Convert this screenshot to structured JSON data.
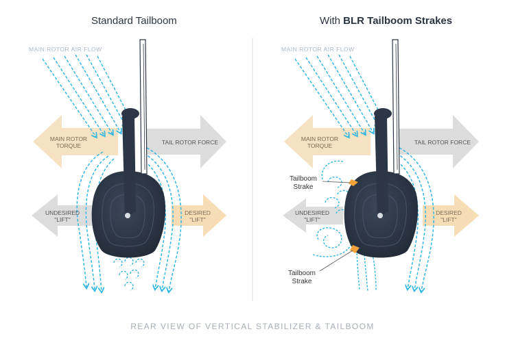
{
  "colors": {
    "flow": "#33b7e3",
    "torque_arrow": "#f6e2c2",
    "force_arrow": "#dcdcdc",
    "desired_arrow": "#f7ddb5",
    "tailboom": "#2f3a4a",
    "strake": "#f2a23a",
    "caption": "#a6aeb8"
  },
  "panels": {
    "left": {
      "title": "Standard Tailboom",
      "airflow_label": "MAIN ROTOR AIR FLOW",
      "torque_label": "MAIN ROTOR\nTORQUE",
      "force_label": "TAIL ROTOR FORCE",
      "undesired_label": "UNDESIRED\n\"LIFT\"",
      "desired_label": "DESIRED\n\"LIFT\""
    },
    "right": {
      "title_prefix": "With ",
      "title_bold": "BLR Tailboom Strakes",
      "airflow_label": "MAIN ROTOR AIR FLOW",
      "torque_label": "MAIN ROTOR\nTORQUE",
      "force_label": "TAIL ROTOR FORCE",
      "undesired_label": "UNDESIRED\n\"LIFT\"",
      "desired_label": "DESIRED\n\"LIFT\"",
      "strake_top_label": "Tailboom\nStrake",
      "strake_bottom_label": "Tailboom\nStrake"
    }
  },
  "caption": "REAR VIEW OF VERTICAL STABILIZER & TAILBOOM"
}
